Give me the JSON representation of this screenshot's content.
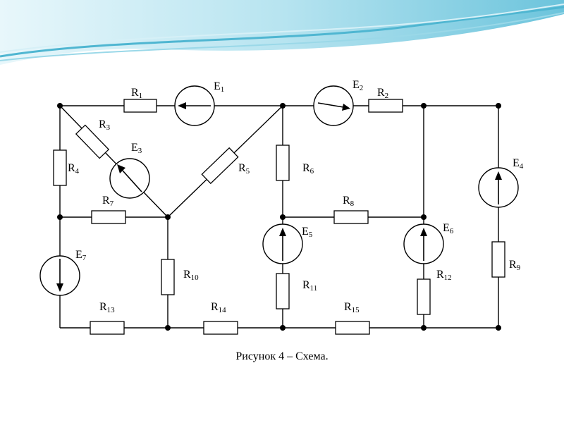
{
  "caption": "Рисунок 4 – Схема.",
  "colors": {
    "banner_light": "#d9f1f7",
    "banner_mid": "#8fd3e6",
    "banner_dark": "#49b3cf",
    "line": "#000000",
    "background": "#ffffff"
  },
  "labels": {
    "R1": {
      "main": "R",
      "sub": "1"
    },
    "R2": {
      "main": "R",
      "sub": "2"
    },
    "R3": {
      "main": "R",
      "sub": "3"
    },
    "R4": {
      "main": "R",
      "sub": "4"
    },
    "R5": {
      "main": "R",
      "sub": "5"
    },
    "R6": {
      "main": "R",
      "sub": "6"
    },
    "R7": {
      "main": "R",
      "sub": "7"
    },
    "R8": {
      "main": "R",
      "sub": "8"
    },
    "R9": {
      "main": "R",
      "sub": "9"
    },
    "R10": {
      "main": "R",
      "sub": "10"
    },
    "R11": {
      "main": "R",
      "sub": "11"
    },
    "R12": {
      "main": "R",
      "sub": "12"
    },
    "R13": {
      "main": "R",
      "sub": "13"
    },
    "R14": {
      "main": "R",
      "sub": "14"
    },
    "R15": {
      "main": "R",
      "sub": "15"
    },
    "E1": {
      "main": "E",
      "sub": "1"
    },
    "E2": {
      "main": "E",
      "sub": "2"
    },
    "E3": {
      "main": "E",
      "sub": "3"
    },
    "E4": {
      "main": "E",
      "sub": "4"
    },
    "E5": {
      "main": "E",
      "sub": "5"
    },
    "E6": {
      "main": "E",
      "sub": "6"
    },
    "E7": {
      "main": "E",
      "sub": "7"
    }
  }
}
